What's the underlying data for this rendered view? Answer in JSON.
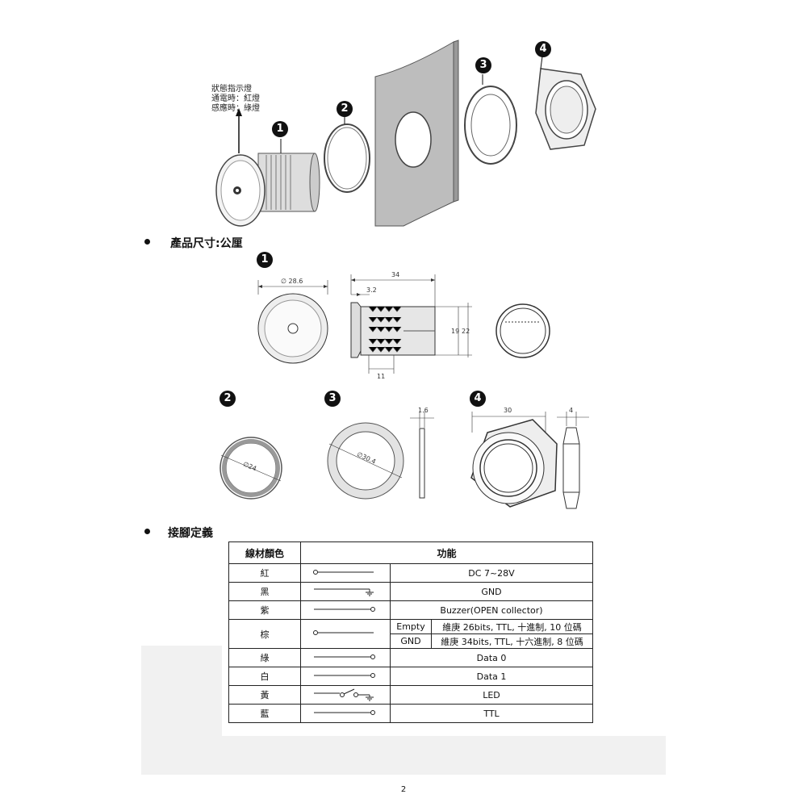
{
  "callout": [
    "狀態指示燈",
    "通電時：紅燈",
    "感應時：綠燈"
  ],
  "badges": [
    "1",
    "2",
    "3",
    "4"
  ],
  "sections": {
    "dimensions": "產品尺寸:公厘",
    "pins": "接腳定義"
  },
  "dims": {
    "d1_diameter": "∅ 28.6",
    "d1_length": "34",
    "d1_flange": "3.2",
    "d1_h19": "19",
    "d1_h22": "22",
    "d1_thread": "11",
    "d2_diameter": "∅24",
    "d3_diameter": "∅30.4",
    "d3_thick": "1.6",
    "d4_width": "30",
    "d4_thick": "4"
  },
  "table": {
    "header_color": "線材顏色",
    "header_function": "功能",
    "rows": [
      {
        "color": "紅",
        "function": "DC 7~28V"
      },
      {
        "color": "黑",
        "function": "GND"
      },
      {
        "color": "紫",
        "function": "Buzzer(OPEN collector)"
      },
      {
        "color": "棕",
        "sub": [
          {
            "label": "Empty",
            "text": "維庚 26bits, TTL, 十進制, 10 位碼"
          },
          {
            "label": "GND",
            "text": "維庚 34bits, TTL, 十六進制, 8 位碼"
          }
        ]
      },
      {
        "color": "綠",
        "function": "Data 0"
      },
      {
        "color": "白",
        "function": "Data 1"
      },
      {
        "color": "黃",
        "function": "LED"
      },
      {
        "color": "藍",
        "function": "TTL"
      }
    ]
  },
  "page_number": "2"
}
